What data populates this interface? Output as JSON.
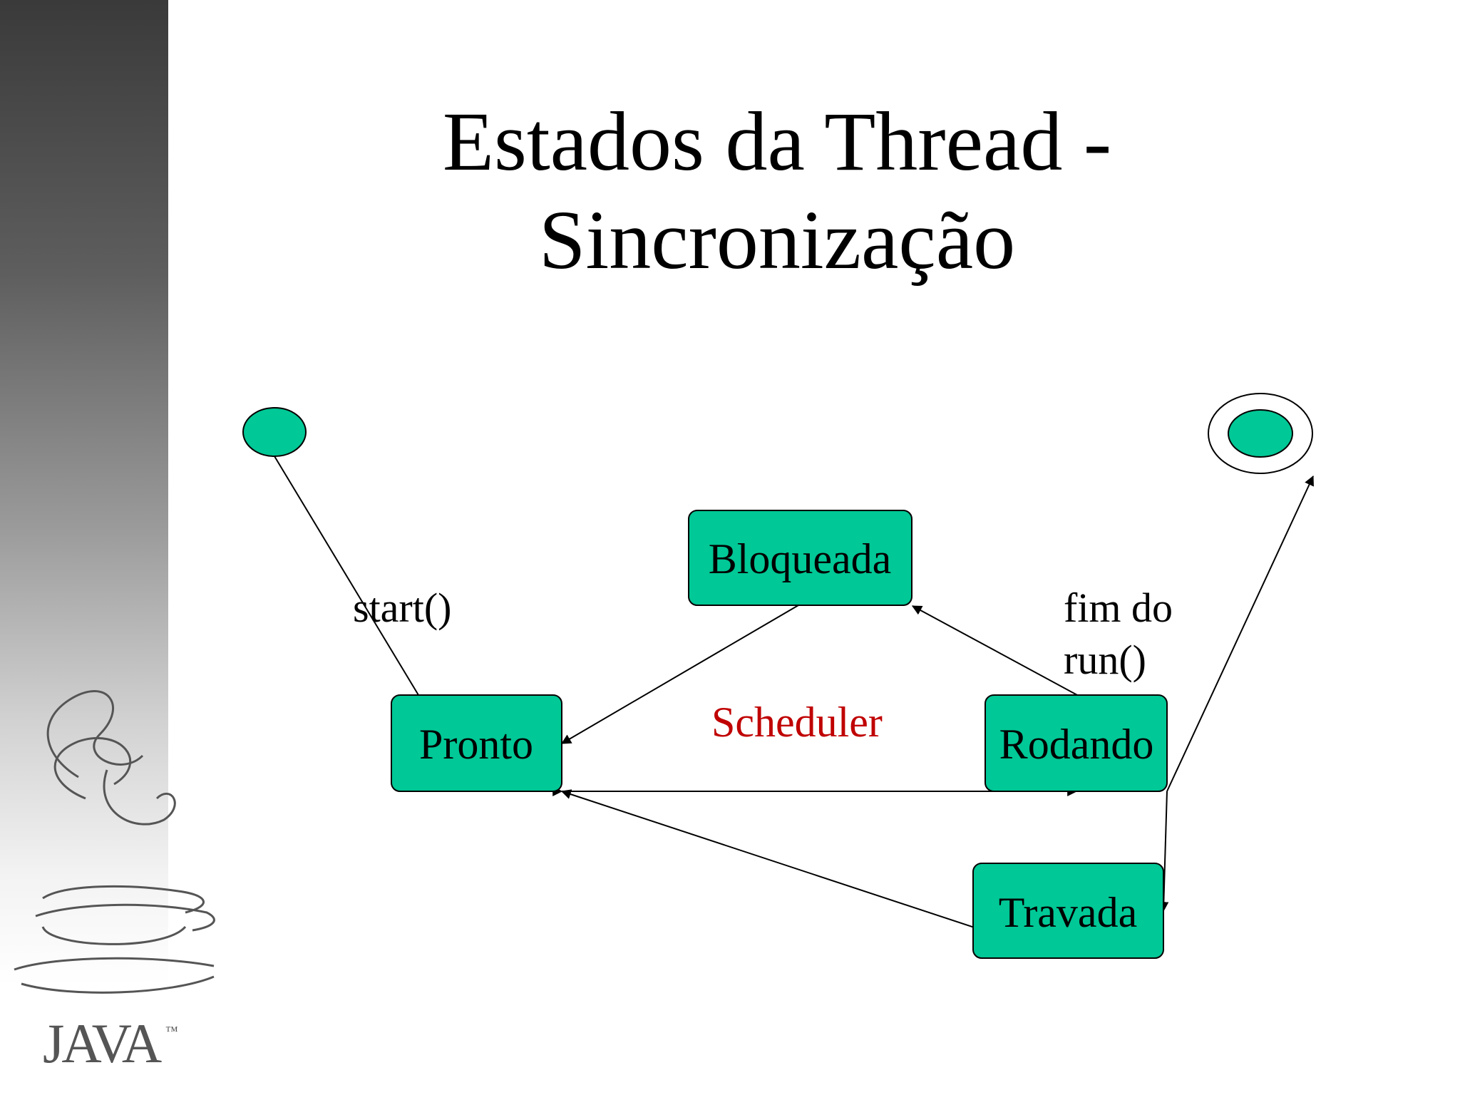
{
  "slide": {
    "title_line1": "Estados da Thread -",
    "title_line2": "Sincronização"
  },
  "diagram": {
    "states": {
      "bloqueada": "Bloqueada",
      "pronto": "Pronto",
      "rodando": "Rodando",
      "travada": "Travada"
    },
    "labels": {
      "start": "start()",
      "fim_line1": "fim do",
      "fim_line2": "run()",
      "scheduler": "Scheduler"
    },
    "colors": {
      "state_fill": "#00c896",
      "scheduler_text": "#c00000"
    }
  },
  "logo": {
    "word": "JAVA",
    "trademark": "™"
  }
}
